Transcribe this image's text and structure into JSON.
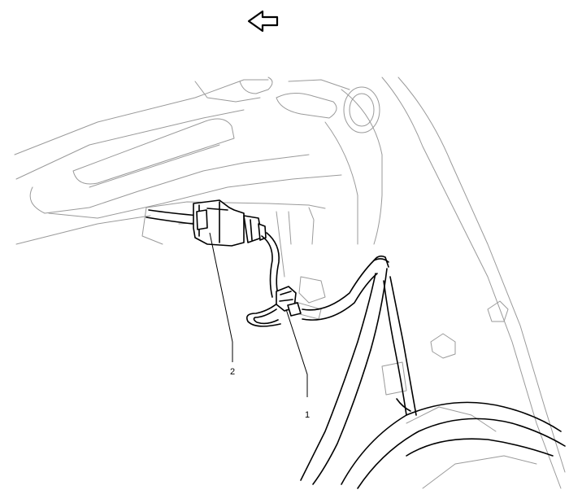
{
  "diagram": {
    "direction_icon": "arrow-left-icon",
    "callouts": [
      {
        "label": "1",
        "part": "sensor-connector"
      },
      {
        "label": "2",
        "part": "harness-connector"
      }
    ],
    "colors": {
      "outline": "#9a9a9a",
      "part": "#000000",
      "background": "#ffffff"
    }
  }
}
